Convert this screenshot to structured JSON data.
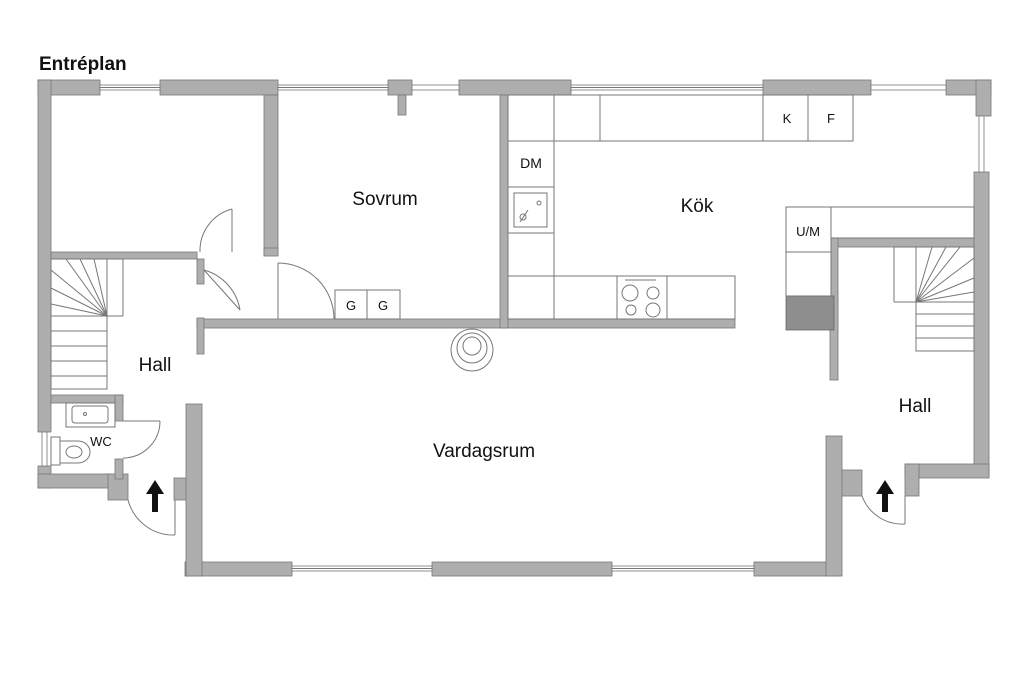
{
  "plan_title": "Entréplan",
  "rooms": {
    "sovrum": "Sovrum",
    "kok": "Kök",
    "hall_left": "Hall",
    "hall_right": "Hall",
    "vardagsrum": "Vardagsrum",
    "wc": "WC"
  },
  "fixtures": {
    "dm": "DM",
    "k": "K",
    "f": "F",
    "um": "U/M",
    "g1": "G",
    "g2": "G"
  },
  "colors": {
    "wall": "#aeaeae",
    "wall_dark": "#8e8e8e",
    "line": "#777777",
    "text": "#111111"
  }
}
